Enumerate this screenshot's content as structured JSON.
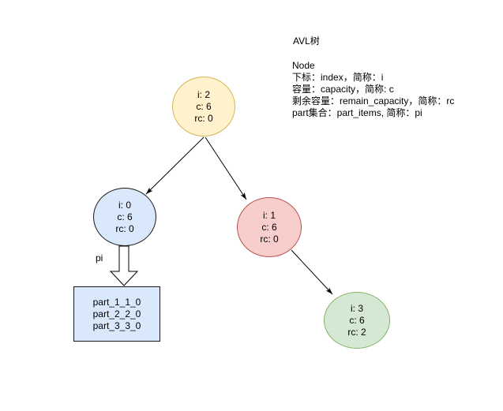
{
  "diagram": {
    "title": "AVL树",
    "legend": {
      "heading": "Node",
      "lines": [
        "下标：index，简称：i",
        "容量：capacity，简称: c",
        "剩余容量：remain_capacity，简称：rc",
        "part集合：part_items, 简称：pi"
      ]
    },
    "nodes": {
      "root": {
        "index": "i: 2",
        "capacity": "c: 6",
        "remain": "rc: 0",
        "fill": "#fff2cc",
        "stroke": "#d6b656"
      },
      "left": {
        "index": "i: 0",
        "capacity": "c: 6",
        "remain": "rc: 0",
        "fill": "#dae8fc",
        "stroke": "#1a1a1a"
      },
      "right": {
        "index": "i: 1",
        "capacity": "c: 6",
        "remain": "rc: 0",
        "fill": "#f8cecc",
        "stroke": "#b85450"
      },
      "right_right": {
        "index": "i: 3",
        "capacity": "c: 6",
        "remain": "rc: 2",
        "fill": "#d5e8d4",
        "stroke": "#82b366"
      }
    },
    "part_items_box": {
      "items": [
        "part_1_1_0",
        "part_2_2_0",
        "part_3_3_0"
      ],
      "fill": "#dae8fc",
      "stroke": "#1a1a1a"
    },
    "edge_label": "pi",
    "edge_color": "#000000"
  }
}
